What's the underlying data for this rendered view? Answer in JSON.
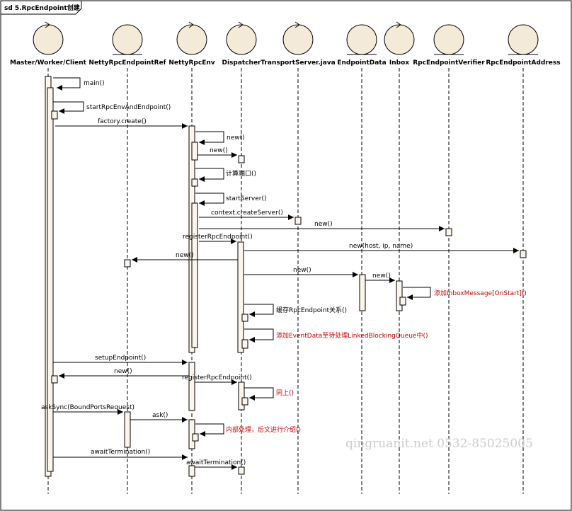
{
  "frame": {
    "title": "sd 5.RpcEndpoint创建"
  },
  "participants": [
    {
      "id": "master",
      "label": "Master/Worker/Client",
      "kind": "control"
    },
    {
      "id": "ref",
      "label": "NettyRpcEndpointRef",
      "kind": "entity"
    },
    {
      "id": "env",
      "label": "NettyRpcEnv",
      "kind": "control"
    },
    {
      "id": "disp",
      "label": "Dispatcher",
      "kind": "control"
    },
    {
      "id": "ts",
      "label": "TransportServer.java",
      "kind": "control"
    },
    {
      "id": "ed",
      "label": "EndpointData",
      "kind": "entity"
    },
    {
      "id": "inbox",
      "label": "Inbox",
      "kind": "control"
    },
    {
      "id": "ver",
      "label": "RpcEndpointVerifier",
      "kind": "entity"
    },
    {
      "id": "addr",
      "label": "RpcEndpointAddress",
      "kind": "entity"
    }
  ],
  "messages": [
    {
      "label": "main()"
    },
    {
      "label": "startRpcEnvAndEndpoint()"
    },
    {
      "label": "factory.create()"
    },
    {
      "label": "new()"
    },
    {
      "label": "new()"
    },
    {
      "label": "计算端口()"
    },
    {
      "label": "startServer()"
    },
    {
      "label": "context.createServer()"
    },
    {
      "label": "new()"
    },
    {
      "label": "registerRpcEndpoint()"
    },
    {
      "label": "new(host, ip, name)"
    },
    {
      "label": "new()"
    },
    {
      "label": "new()"
    },
    {
      "label": "new()"
    },
    {
      "label": "添加InboxMessage[OnStart]()",
      "color": "#cc0000"
    },
    {
      "label": "缓存RpcEndpoint关系()"
    },
    {
      "label": "添加EventData至待处理LinkedBlockingQueue中()",
      "color": "#cc0000"
    },
    {
      "label": "setupEndpoint()"
    },
    {
      "label": "new()"
    },
    {
      "label": "registerRpcEndpoint()"
    },
    {
      "label": "同上()",
      "color": "#cc0000"
    },
    {
      "label": "askSync(BoundPortsRequest)"
    },
    {
      "label": "ask()"
    },
    {
      "label": "内部处理，后文进行介绍()",
      "color": "#cc0000"
    },
    {
      "label": "awaitTermination()"
    },
    {
      "label": "awaitTermination()"
    }
  ],
  "watermark": "qingruanit.net 0532-85025005"
}
